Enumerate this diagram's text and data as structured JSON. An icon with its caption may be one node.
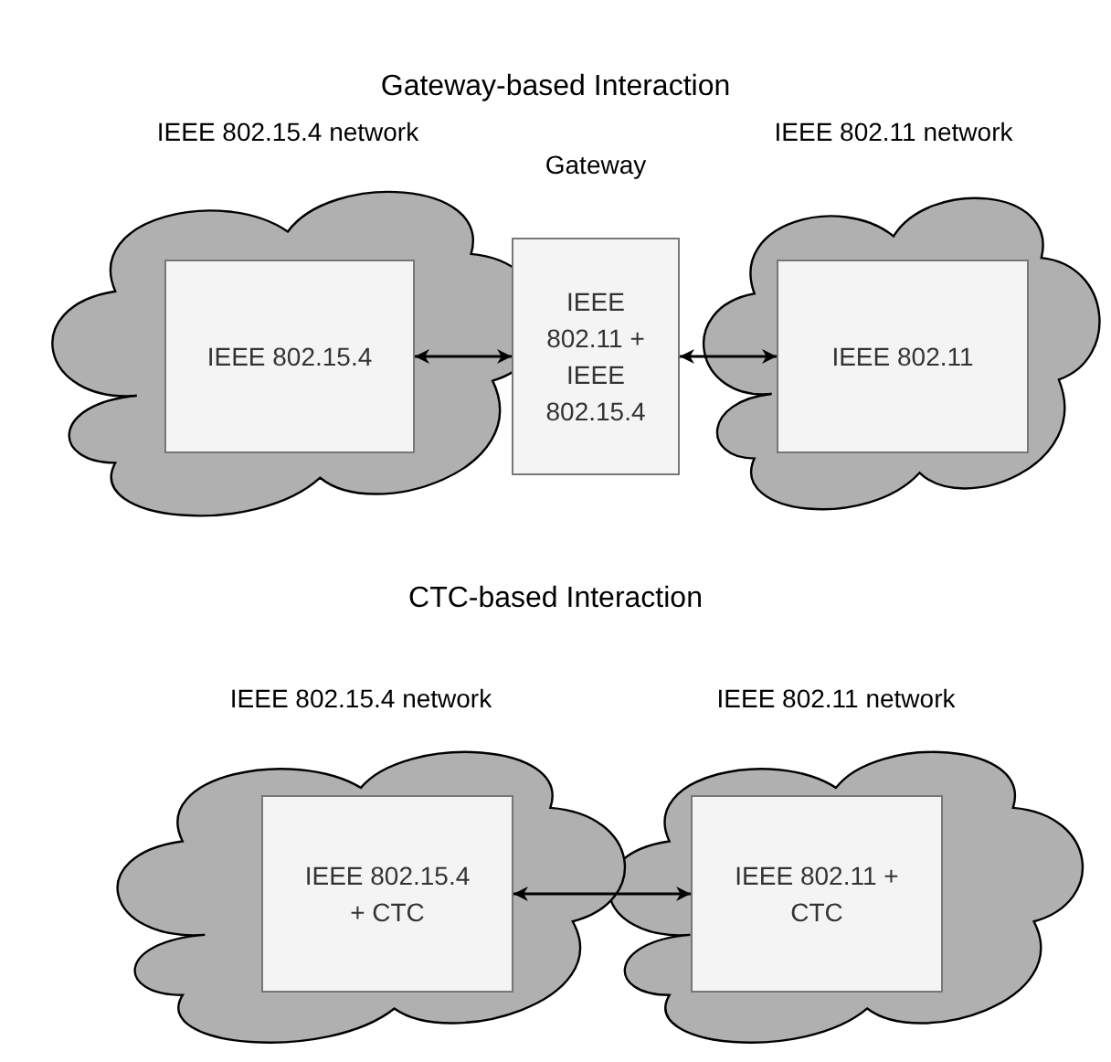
{
  "diagram": {
    "nodes": [
      {
        "text": [
          "IEEE 802.15.4 network"
        ]
      },
      {
        "text": [
          "IEEE 802.15.4"
        ],
        "in": 0
      },
      {
        "text": [
          "Gateway",
          "IEEE 802.11 + IEEE 802.15.4"
        ]
      },
      {
        "text": [
          "IEEE 802.11 network"
        ]
      },
      {
        "text": [
          "IEEE 802.11"
        ],
        "in": 3
      },
      {
        "text": [
          "IEEE 802.15.4 network"
        ]
      },
      {
        "text": [
          "IEEE 802.15.4 + CTC"
        ],
        "in": 5
      },
      {
        "text": [
          "IEEE 802.11 network"
        ]
      },
      {
        "text": [
          "IEEE 802.11 + CTC"
        ],
        "in": 7
      }
    ],
    "edges": [
      {
        "from": 1,
        "to": 2,
        "arrow": "both"
      },
      {
        "from": 2,
        "to": 4,
        "arrow": "both"
      },
      {
        "from": 6,
        "to": 8,
        "arrow": "both"
      }
    ],
    "labels": [
      "Gateway-based Interaction",
      "CTC-based Interaction"
    ]
  }
}
